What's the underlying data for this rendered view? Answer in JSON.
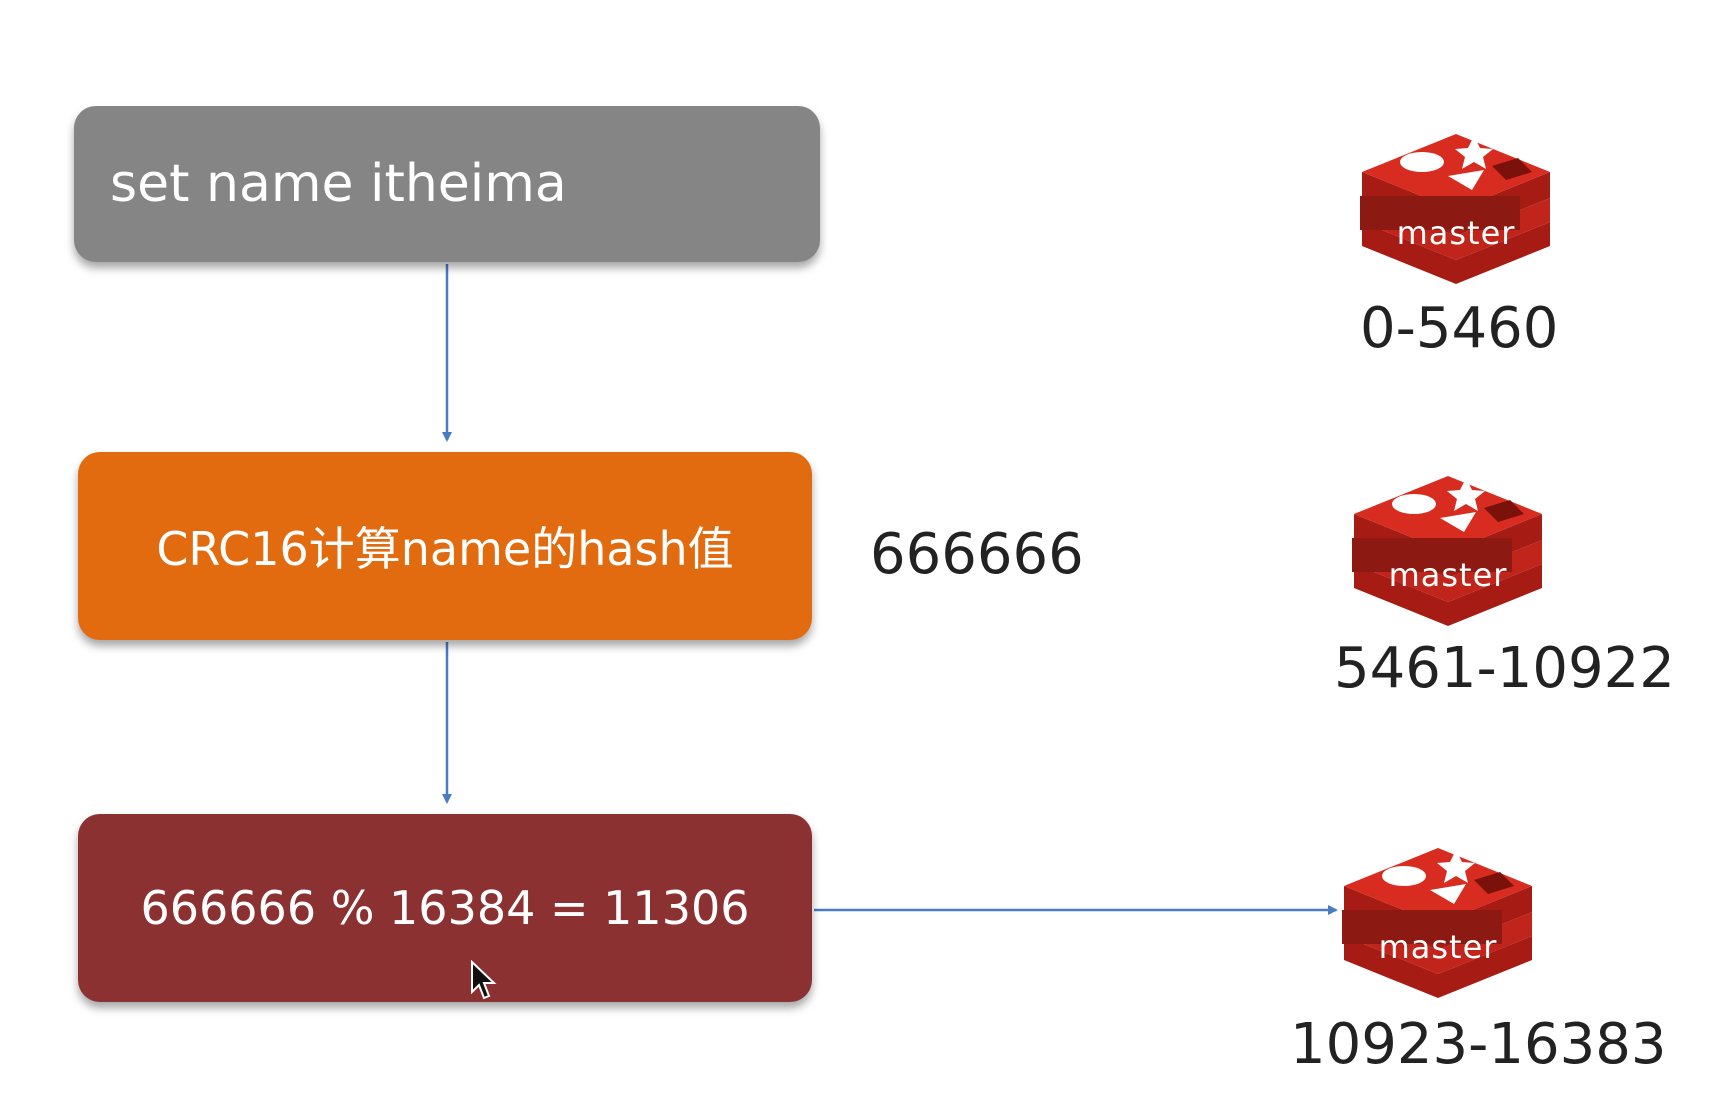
{
  "steps": {
    "command": "set name itheima",
    "crc": "CRC16计算name的hash值",
    "modulo": "666666 % 16384 = 11306"
  },
  "hash_value": "666666",
  "nodes": [
    {
      "label": "master",
      "range": "0-5460",
      "icon": "redis-icon"
    },
    {
      "label": "master",
      "range": "5461-10922",
      "icon": "redis-icon"
    },
    {
      "label": "master",
      "range": "10923-16383",
      "icon": "redis-icon"
    }
  ],
  "colors": {
    "command_box": "#858585",
    "crc_box": "#e26b10",
    "modulo_box": "#8c3131",
    "arrow": "#4a7cc4",
    "redis_red": "#d82c20"
  }
}
